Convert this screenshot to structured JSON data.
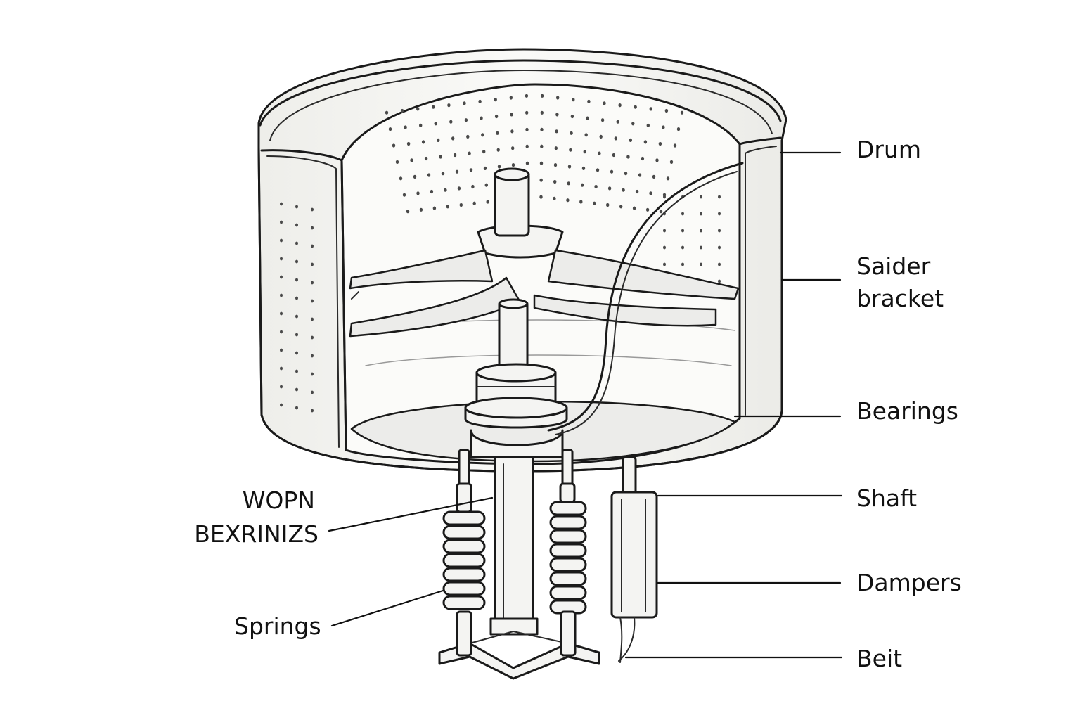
{
  "labels": {
    "drum": "Drum",
    "spider_bracket": [
      "Saider",
      "bracket"
    ],
    "bearings": "Bearings",
    "shaft": "Shaft",
    "dampers": "Dampers",
    "belt": "Beit",
    "wopn_bexrinizs": [
      "WOPN",
      "BEXRINIZS"
    ],
    "springs": "Springs"
  },
  "colors": {
    "ink": "#1a1a1a",
    "background": "#ffffff"
  }
}
